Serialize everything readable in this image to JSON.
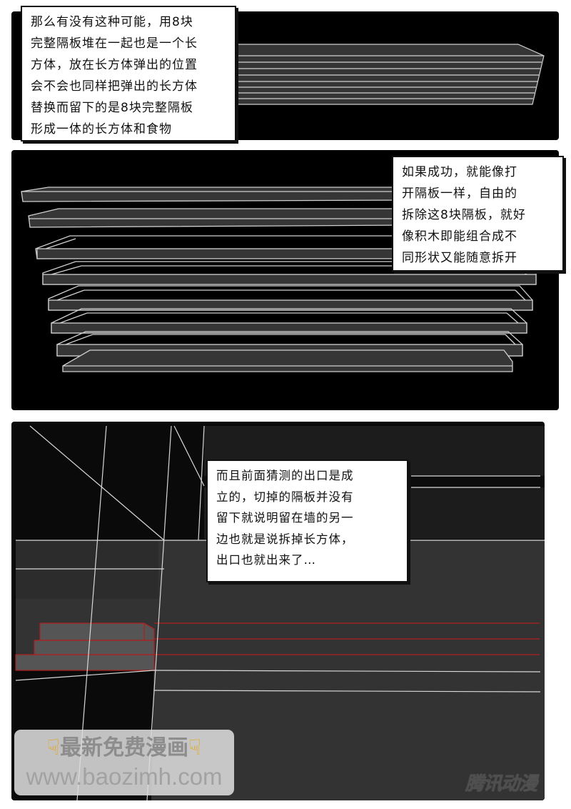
{
  "page": {
    "type": "comic-page",
    "background": "#ffffff"
  },
  "panels": [
    {
      "id": "panel-1",
      "caption": "那么有没有这种可能，用8块\n完整隔板堆在一起也是一个长\n方体，放在长方体弹出的位置\n会不会也同样把弹出的长方体\n替换而留下的是8块完整隔板\n形成一体的长方体和食物",
      "scene": "stacked-8-partitions-box"
    },
    {
      "id": "panel-2",
      "caption": "如果成功，就能像打\n开隔板一样，自由的\n拆除这8块隔板，就好\n像积木即能组合成不\n同形状又能随意拆开",
      "scene": "8-separated-partition-trays"
    },
    {
      "id": "panel-3",
      "caption": "而且前面猜测的出口是成\n立的，切掉的隔板并没有\n留下就说明留在墙的另一\n边也就是说拆掉长方体，\n出口也就出来了…",
      "scene": "wireframe-room-exit"
    }
  ],
  "watermark": {
    "line1": "最新免费漫画",
    "line2": "www.baozimh.com",
    "icon": "pointing-down-hand-icon"
  },
  "brand_logo": {
    "text": "腾讯动漫"
  },
  "colors": {
    "panel_bg": "#000000",
    "wire": "#d8d8d8",
    "slab_fill": "#363636",
    "wall_fill": "#333333",
    "red_outline": "#b01e1e",
    "caption_bg": "#ffffff",
    "hand": "#e6a515"
  }
}
